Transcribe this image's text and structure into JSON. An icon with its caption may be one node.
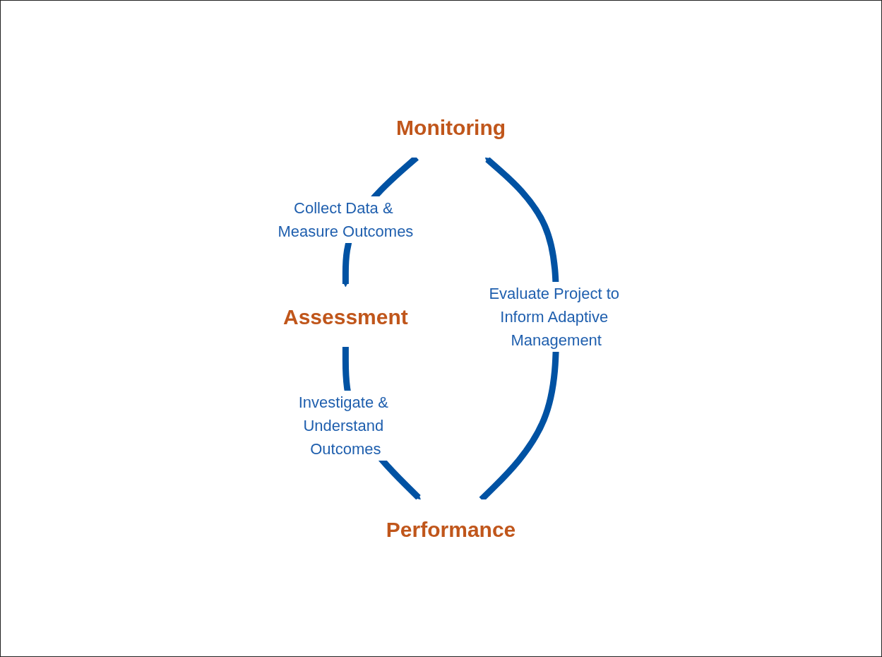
{
  "diagram": {
    "nodes": [
      {
        "text": [
          "Monitoring"
        ]
      },
      {
        "text": [
          "Assessment"
        ]
      },
      {
        "text": [
          "Performance"
        ]
      }
    ],
    "edges": [
      {
        "from": 0,
        "to": 1,
        "arrow": "to",
        "label": "Collect Data & Measure Outcomes"
      },
      {
        "from": 1,
        "to": 2,
        "arrow": "to",
        "label": "Investigate & Understand Outcomes"
      },
      {
        "from": 2,
        "to": 0,
        "arrow": "to",
        "label": "Evaluate Project to Inform Adaptive Management"
      }
    ]
  }
}
